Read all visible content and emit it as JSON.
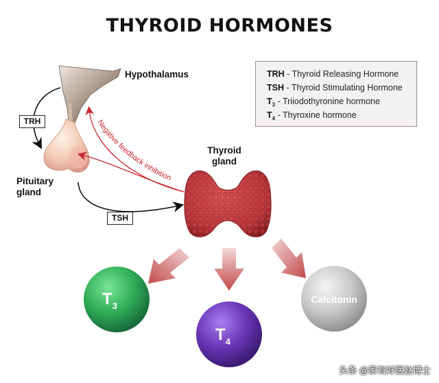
{
  "title": "THYROID HORMONES",
  "legend": {
    "entries": [
      {
        "abbr": "TRH",
        "sub": "",
        "desc": " - Thyroid Releasing Hormone"
      },
      {
        "abbr": "TSH",
        "sub": "",
        "desc": " - Thyroid Stimulating Hormone"
      },
      {
        "abbr": "T",
        "sub": "3",
        "desc": " - Triiodothyronine hormone"
      },
      {
        "abbr": "T",
        "sub": "4",
        "desc": " - Thyroxine hormone"
      }
    ]
  },
  "labels": {
    "hypothalamus": "Hypothalamus",
    "pituitary_line1": "Pituitary",
    "pituitary_line2": "gland",
    "thyroid_line1": "Thyroid",
    "thyroid_line2": "gland",
    "trh_tag": "TRH",
    "tsh_tag": "TSH",
    "feedback": "Negative feedback inhibition"
  },
  "outputs": {
    "t3": {
      "letter": "T",
      "sub": "3"
    },
    "t4": {
      "letter": "T",
      "sub": "4"
    },
    "calcitonin": "Calcitonin"
  },
  "colors": {
    "feedback_red": "#c8282d",
    "arrow_pink": "#c95a5a",
    "thyroid": "#b8363a",
    "t3_green": "#2fae57",
    "t4_purple": "#6a35b8",
    "calcitonin_gray": "#c9c9c9"
  },
  "watermark": "头条 @家有好医赵博士"
}
